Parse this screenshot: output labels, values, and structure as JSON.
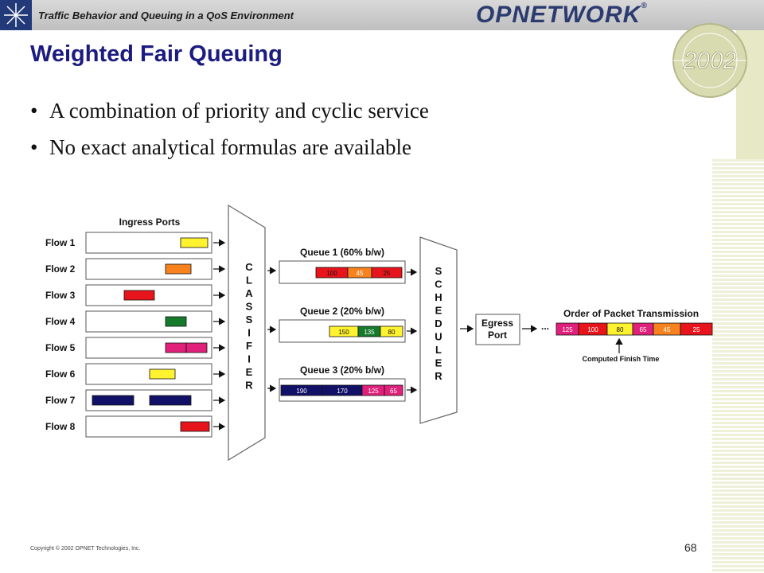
{
  "header": {
    "title": "Traffic Behavior and Queuing in a QoS Environment",
    "brand": "OPNETWORK",
    "brand_mark": "®",
    "year_badge": "2002"
  },
  "slide": {
    "title": "Weighted Fair Queuing",
    "bullets": [
      "A combination of priority and cyclic service",
      "No exact analytical formulas are available"
    ]
  },
  "diagram": {
    "ingress_label": "Ingress Ports",
    "flows": [
      "Flow 1",
      "Flow 2",
      "Flow 3",
      "Flow 4",
      "Flow 5",
      "Flow 6",
      "Flow 7",
      "Flow 8"
    ],
    "classifier_label": "CLASSIFIER",
    "scheduler_label": "SCHEDULER",
    "queues": [
      {
        "label": "Queue 1 (60% b/w)",
        "packets": [
          "100",
          "45",
          "25"
        ]
      },
      {
        "label": "Queue 2 (20% b/w)",
        "packets": [
          "150",
          "135",
          "80"
        ]
      },
      {
        "label": "Queue 3 (20% b/w)",
        "packets": [
          "190",
          "170",
          "125",
          "65"
        ]
      }
    ],
    "egress_line1": "Egress",
    "egress_line2": "Port",
    "ellipsis": "...",
    "order_label": "Order of Packet Transmission",
    "order_packets": [
      "125",
      "100",
      "80",
      "65",
      "45",
      "25"
    ],
    "finish_label": "Computed Finish Time",
    "colors": {
      "red": "#e8141c",
      "orange": "#f7821e",
      "yellow": "#fff22e",
      "green": "#157a2c",
      "pink": "#e0207a",
      "navy": "#121168"
    }
  },
  "footer": {
    "copyright": "Copyright © 2002 OPNET Technologies, Inc.",
    "page": "68"
  }
}
